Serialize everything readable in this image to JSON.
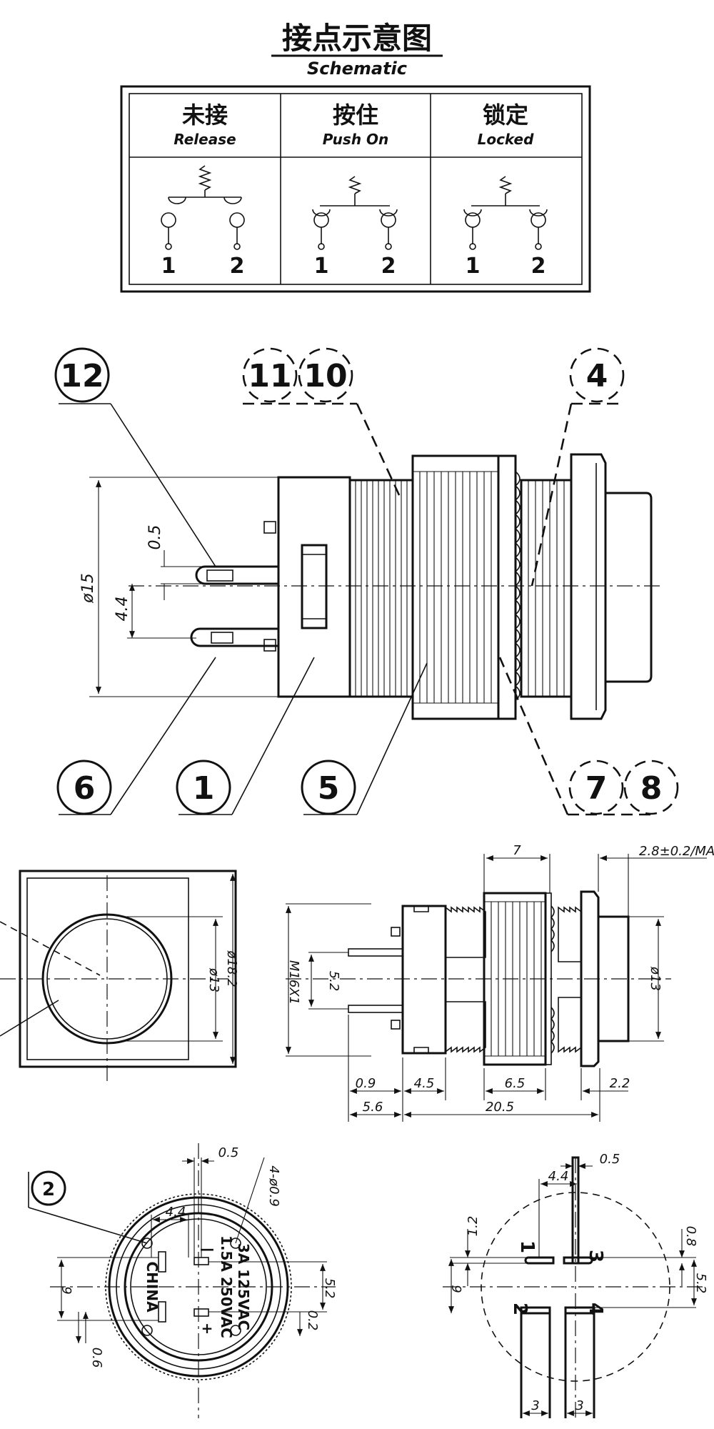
{
  "header": {
    "title": "接点示意图",
    "subtitle": "Schematic"
  },
  "states": [
    {
      "cn": "未接",
      "en": "Release"
    },
    {
      "cn": "按住",
      "en": "Push On"
    },
    {
      "cn": "锁定",
      "en": "Locked"
    }
  ],
  "pin_labels": [
    "1",
    "2"
  ],
  "balloons": [
    "12",
    "11",
    "10",
    "4",
    "6",
    "1",
    "5",
    "7",
    "8",
    "2"
  ],
  "dims": {
    "d15": "ø15",
    "d0_5": "0.5",
    "d4_4": "4.4",
    "d7": "7",
    "d28": "2.8±0.2/MA",
    "d18_2": "ø18.2",
    "d13a": "ø13",
    "m16": "M16X1",
    "d5_2": "5.2",
    "d13b": "ø13",
    "d0_9": "0.9",
    "d4_5": "4.5",
    "d6_5": "6.5",
    "d2_2": "2.2",
    "d5_6": "5.6",
    "d20_5": "20.5",
    "hole": "4-ø0.9",
    "d6": "6",
    "d0_6": "0.6",
    "d0_2": "0.2",
    "d1_2": "1.2",
    "d0_8": "0.8",
    "d3": "3"
  },
  "markings": {
    "rating1": "3A 125VAC",
    "rating2": "1.5A 250VAC",
    "origin": "CHINA",
    "minus": "—",
    "plus": "+"
  },
  "pcb_pins": [
    "1",
    "3",
    "2",
    "4"
  ]
}
